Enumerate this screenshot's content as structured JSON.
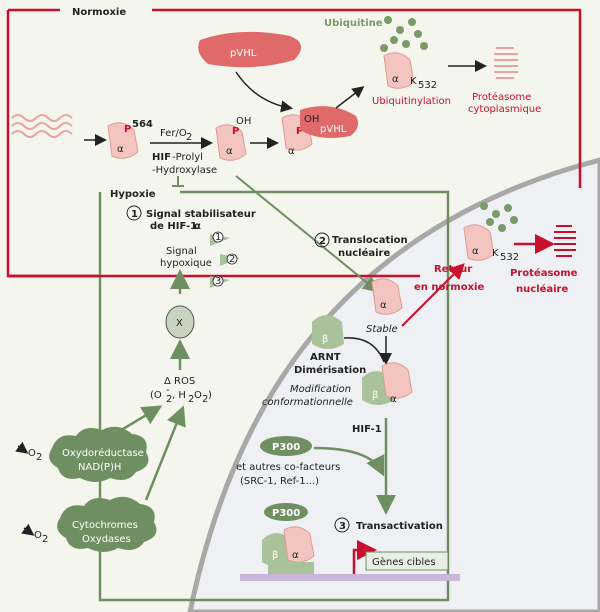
{
  "colors": {
    "normoxie_red": "#c8102e",
    "hypoxie_green": "#6f8f62",
    "protein_pink": "#f4c5c0",
    "pvhl_red": "#e06a6a",
    "beta_green": "#a9c29c",
    "nucleus_grey": "#a8a8a8",
    "background": "#f4f6ee"
  },
  "normoxie": {
    "title": "Normoxie",
    "ubiquitine": "Ubiquitine",
    "ubiquitinylation": "Ubiquitinylation",
    "proteasome_cyto": [
      "Protéasome",
      "cytoplasmique"
    ],
    "pvhl": "pVHL",
    "pvhl_complex": "pVHL",
    "oh": "OH",
    "oh_complex": "OH",
    "p564_sup": "564",
    "p": "P",
    "k532_sub": "532",
    "k": "K",
    "alpha": "α",
    "enzyme_line1": "Fer/O",
    "enzyme_line1_sub": "2",
    "enzyme_hif": "HIF",
    "enzyme_line2": "-Prolyl",
    "enzyme_line3": "-Hydroxylase"
  },
  "hypoxie": {
    "title": "Hypoxie",
    "step1_num": "1",
    "step1_line1": "Signal stabilisateur",
    "step1_line2": "de HIF-1",
    "step1_alpha": "α",
    "signal_line1": "Signal",
    "signal_line2": "hypoxique",
    "circ1": "1",
    "circ2": "2",
    "circ3": "3",
    "x_label": "X",
    "delta_ros": "Δ ROS",
    "ros_species": "(O",
    "ros_species_rest": ", H",
    "ros_species_end": "O",
    "ros_close": ")",
    "ros_sub2": "2",
    "ros_sub2b": "2",
    "ros_sub2c": "2",
    "ros_minus": "-",
    "oxydo_line1": "Oxydoréductase",
    "oxydo_line2": "NAD(P)H",
    "cyto_line1": "Cytochromes",
    "cyto_line2": "Oxydases",
    "o2_label": "O",
    "o2_sub": "2",
    "o2_label_b": "O",
    "o2_sub_b": "2"
  },
  "nucleus": {
    "step2_num": "2",
    "step2_line1": "Translocation",
    "step2_line2": "nucléaire",
    "retour_line1": "Retour",
    "retour_line2": "en normoxie",
    "proteasome_nuc": [
      "Protéasome",
      "nucléaire"
    ],
    "stable": "Stable",
    "beta": "β",
    "arnt": "ARNT",
    "dimerisation": "Dimérisation",
    "modif_line1": "Modification",
    "modif_line2": "conformationnelle",
    "hif1": "HIF-1",
    "p300": "P300",
    "p300_b": "P300",
    "cofactors_line1": "et autres co-facteurs",
    "cofactors_line2": "(SRC-1, Ref-1...)",
    "step3_num": "3",
    "transactivation": "Transactivation",
    "genes": "Gènes cibles",
    "k_nuc": "K",
    "k_nuc_sub": "532"
  }
}
